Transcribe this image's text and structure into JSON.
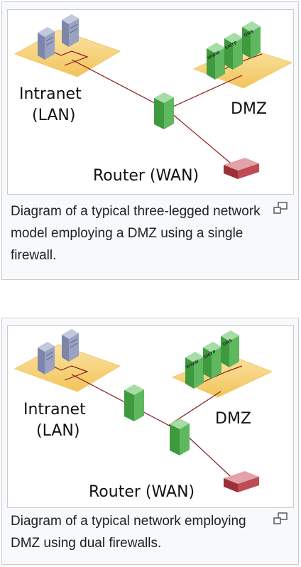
{
  "figures": [
    {
      "labels": {
        "intranet_line1": "Intranet",
        "intranet_line2": "(LAN)",
        "dmz": "DMZ",
        "router": "Router (WAN)",
        "server_www": "WWW",
        "server_smtp": "SMTP",
        "server_dns": "DNS"
      },
      "caption": "Diagram of a typical three-legged network model employing a DMZ using a single firewall."
    },
    {
      "labels": {
        "intranet_line1": "Intranet",
        "intranet_line2": "(LAN)",
        "dmz": "DMZ",
        "router": "Router (WAN)",
        "server_www": "WWW",
        "server_smtp": "SMTP",
        "server_dns": "DNS"
      },
      "caption": "Diagram of a typical network employing DMZ using dual firewalls."
    }
  ],
  "colors": {
    "lan_zone": "#f7d27a",
    "server_green": "#5fb85f",
    "lan_host": "#8a93b5",
    "router_red": "#b8454e",
    "link_line": "#8b1a1a"
  },
  "icons": {
    "magnify": "enlarge-icon"
  }
}
